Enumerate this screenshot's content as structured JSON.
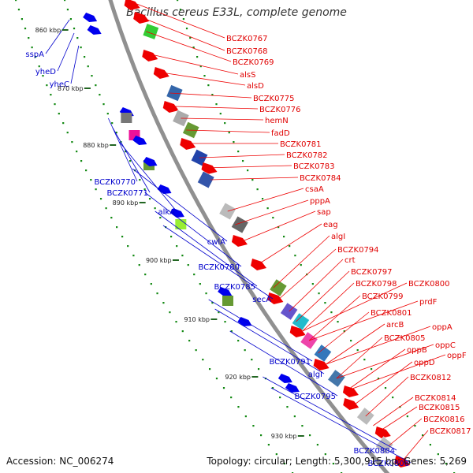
{
  "title": "Bacillus cereus E33L, complete genome",
  "footer": {
    "accession": "Accession: NC_006274",
    "topology": "Topology: circular; Length: 5,300,915 bp; Genes: 5,269"
  },
  "colors": {
    "backbone": "#999999",
    "forward_label": "#e00000",
    "reverse_label": "#0000cc",
    "tick": "#118811"
  },
  "kbp_ticks": [
    "860 kbp",
    "870 kbp",
    "880 kbp",
    "890 kbp",
    "900 kbp",
    "910 kbp",
    "920 kbp",
    "930 kbp"
  ],
  "reverse_labels": [
    "sspA",
    "yheD",
    "yheC",
    "BCZK0770",
    "BCZK0771",
    "alkA",
    "cwlA",
    "BCZK0780",
    "BCZK0785",
    "secA",
    "BCZK0791",
    "algI",
    "BCZK0795",
    "BCZK0804",
    "BCZK0806"
  ],
  "forward_labels": [
    "BCZK0767",
    "BCZK0768",
    "BCZK0769",
    "alsS",
    "alsD",
    "BCZK0775",
    "BCZK0776",
    "hemN",
    "fadD",
    "BCZK0781",
    "BCZK0782",
    "BCZK0783",
    "BCZK0784",
    "csaA",
    "pppA",
    "sap",
    "eag",
    "algI",
    "BCZK0794",
    "crt",
    "BCZK0797",
    "BCZK0798",
    "BCZK0800",
    "BCZK0799",
    "prdF",
    "BCZK0801",
    "arcB",
    "oppA",
    "BCZK0805",
    "oppC",
    "oppB",
    "oppF",
    "oppD",
    "BCZK0812",
    "BCZK0814",
    "BCZK0815",
    "BCZK0816",
    "BCZK0817"
  ]
}
